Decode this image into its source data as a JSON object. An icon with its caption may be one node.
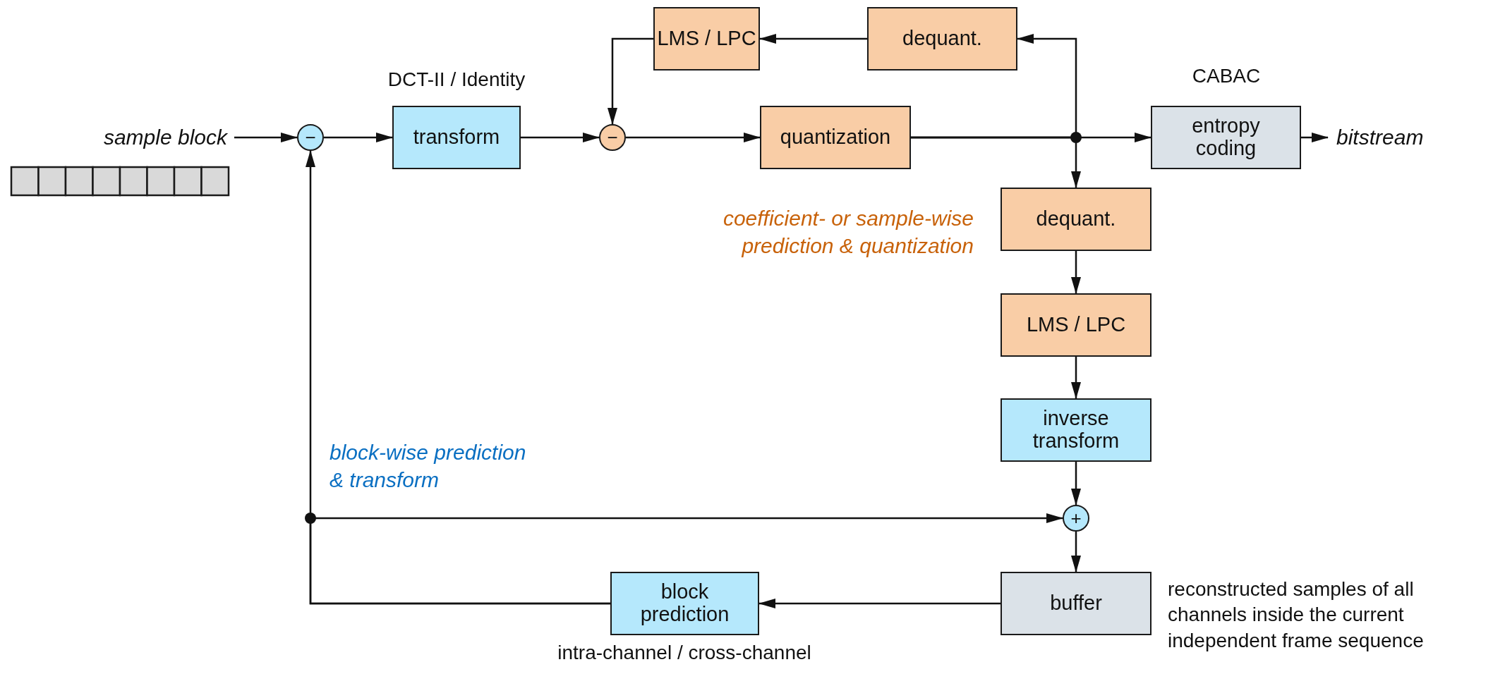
{
  "diagram": {
    "nodes": [
      {
        "text": [
          "sample block"
        ]
      },
      {
        "text": [
          "−"
        ]
      },
      {
        "text": [
          "transform"
        ],
        "beside": [
          "DCT-II / Identity"
        ]
      },
      {
        "text": [
          "LMS / LPC"
        ]
      },
      {
        "text": [
          "dequant."
        ]
      },
      {
        "text": [
          "−"
        ]
      },
      {
        "text": [
          "quantization"
        ]
      },
      {
        "text": [
          "entropy coding"
        ],
        "beside": [
          "CABAC"
        ]
      },
      {
        "text": [
          "bitstream"
        ]
      },
      {
        "text": [
          "dequant."
        ]
      },
      {
        "text": [
          "LMS / LPC"
        ]
      },
      {
        "text": [
          "inverse transform"
        ]
      },
      {
        "text": [
          "+"
        ]
      },
      {
        "text": [
          "block prediction"
        ],
        "beside": [
          "intra-channel / cross-channel"
        ]
      },
      {
        "text": [
          "buffer"
        ],
        "beside": [
          "reconstructed samples of all channels inside the current independent frame sequence"
        ]
      }
    ],
    "edges": [
      {
        "from": 0,
        "to": 1,
        "arrow": "to"
      },
      {
        "from": 1,
        "to": 2,
        "arrow": "to"
      },
      {
        "from": 2,
        "to": 5,
        "arrow": "to"
      },
      {
        "from": 5,
        "to": 6,
        "arrow": "to"
      },
      {
        "from": 6,
        "to": 7,
        "arrow": "to"
      },
      {
        "from": 6,
        "to": 4,
        "arrow": "to"
      },
      {
        "from": 6,
        "to": 9,
        "arrow": "to"
      },
      {
        "from": 4,
        "to": 3,
        "arrow": "to"
      },
      {
        "from": 3,
        "to": 5,
        "arrow": "to"
      },
      {
        "from": 7,
        "to": 8,
        "arrow": "to"
      },
      {
        "from": 9,
        "to": 10,
        "arrow": "to"
      },
      {
        "from": 10,
        "to": 11,
        "arrow": "to"
      },
      {
        "from": 11,
        "to": 12,
        "arrow": "to"
      },
      {
        "from": 12,
        "to": 14,
        "arrow": "to"
      },
      {
        "from": 14,
        "to": 13,
        "arrow": "to"
      },
      {
        "from": 13,
        "to": 1,
        "arrow": "to"
      },
      {
        "from": 13,
        "to": 12,
        "arrow": "to"
      }
    ],
    "labels": [
      "coefficient- or sample-wise prediction & quantization",
      "block-wise prediction & transform"
    ]
  }
}
